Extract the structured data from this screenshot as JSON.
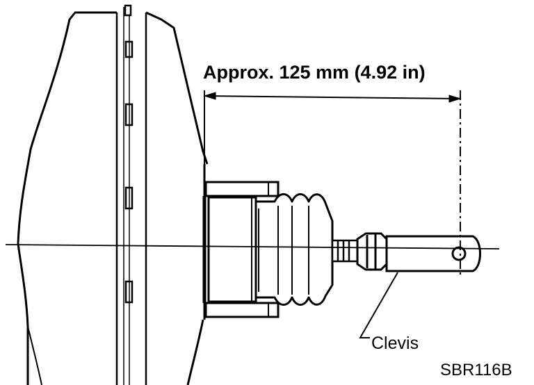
{
  "labels": {
    "dimension": "Approx. 125 mm (4.92 in)",
    "part": "Clevis",
    "figure_id": "SBR116B"
  },
  "colors": {
    "ink": "#000000",
    "paper": "#ffffff"
  }
}
